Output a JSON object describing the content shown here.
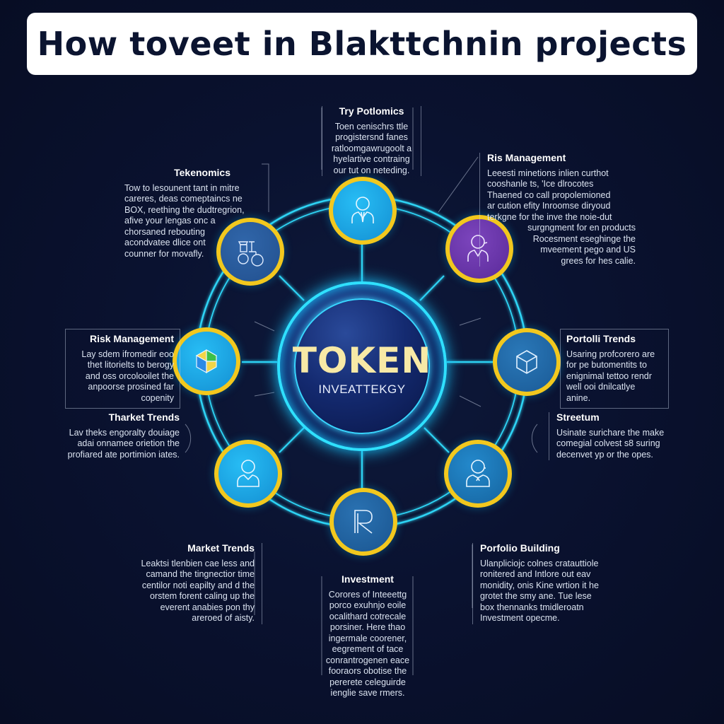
{
  "title": "How toveet in Blakttchnin projects",
  "center": {
    "label": "TOKEN",
    "sublabel": "INVEATTEKGY"
  },
  "colors": {
    "background": "#0a1230",
    "ring": "#2fe0ff",
    "node_border": "#f2c81e",
    "node_blue": "#1aa6e6",
    "node_steel": "#1f5fa0",
    "node_purple": "#6a34a8",
    "token_text": "#f7e9a6"
  },
  "nodes": [
    {
      "id": "top",
      "icon": "person-icon",
      "fill": "#18a8ec"
    },
    {
      "id": "top-right",
      "icon": "support-person-icon",
      "fill": "#6a34a8"
    },
    {
      "id": "right",
      "icon": "cube-icon",
      "fill": "#1f66a4"
    },
    {
      "id": "bottom-right",
      "icon": "agent-person-icon",
      "fill": "#1d74b6"
    },
    {
      "id": "bottom",
      "icon": "r-letter-icon",
      "fill": "#1f5f9e"
    },
    {
      "id": "bottom-left",
      "icon": "person-icon",
      "fill": "#18a8ec"
    },
    {
      "id": "left",
      "icon": "colored-cube-icon",
      "fill": "#18a8ec"
    },
    {
      "id": "top-left",
      "icon": "machine-icon",
      "fill": "#2a5a9c"
    }
  ],
  "blocks": {
    "try_potlomics": {
      "heading": "Try Potlomics",
      "lines": [
        "Toen cenischrs ttle",
        "progistersnd fanes",
        "ratloomgawrugoolt a",
        "hyelartive contraing",
        "our tut on neteding."
      ]
    },
    "tekenomics": {
      "heading": "Tekenomics",
      "lines": [
        "Tow to lesounent tant in mitre",
        "careres, deas comeptaincs ne",
        "BOX, reething the dudtregrion,",
        "afive your lengas onc a",
        "chorsaned rebouting",
        "acondvatee dlice ont",
        "counner for movafly."
      ]
    },
    "ris_management": {
      "heading": "Ris Management",
      "lines": [
        "Leeesti minetions inlien curthot",
        "cooshanle ts, 'Ice dlrocotes",
        "Thaened co call propolemioned",
        "ar cution efity Inroomse diryoud",
        "terkgne for the inve the noie-dut",
        "surgngment for en products",
        "Rocesment eseghinge the",
        "mveement pego and US",
        "grees for hes calie."
      ]
    },
    "risk_management": {
      "heading": "Risk Management",
      "lines": [
        "Lay sdem ifromedir eoo",
        "thet litorielts to berogy",
        "and oss orcolooilet the",
        "anpoorse prosined far",
        "copenity"
      ]
    },
    "portolli_trends": {
      "heading": "Portolli Trends",
      "lines": [
        "Usaring profcorero are",
        "for pe butomentits to",
        "enignimal tettoo rendr",
        "well ooi dnilcatlye",
        "anine."
      ]
    },
    "tharket_trends": {
      "heading": "Tharket Trends",
      "lines": [
        "Lav theks engoralty douiage",
        "adai onnamee orietion the",
        "profiared ate portimion iates."
      ]
    },
    "streetum": {
      "heading": "Streetum",
      "lines": [
        "Usinate surichare the make",
        "comegial colvest s8 suring",
        "decenvet yp or the opes."
      ]
    },
    "market_trends": {
      "heading": "Market Trends",
      "lines": [
        "Leaktsi tlenbien cae less and",
        "camand the tingnectior time",
        "centilor noti eapilty and d the",
        "orstem forent caling up the",
        "everent anabies pon thy",
        "areroed of aisty."
      ]
    },
    "portfolio_building": {
      "heading": "Porfolio Building",
      "lines": [
        "Ulanpliciojc colnes cratauttiole",
        "ronitered and Intlore out eav",
        "monidity, onis Kine wrtion it he",
        "grotet the smy ane. Tue lese",
        "box thennanks tmidleroatn",
        "Investment opecme."
      ]
    },
    "investment": {
      "heading": "Investment",
      "lines": [
        "Corores of Inteeettg",
        "porco exuhnjo eoile",
        "ocalithard cotrecale",
        "porsiner. Here thao",
        "ingermale coorener,",
        "eegrement of tace",
        "conrantrogenen eace",
        "fooraors obotise the",
        "pererete celeguirde",
        "ienglie save rmers."
      ]
    }
  }
}
